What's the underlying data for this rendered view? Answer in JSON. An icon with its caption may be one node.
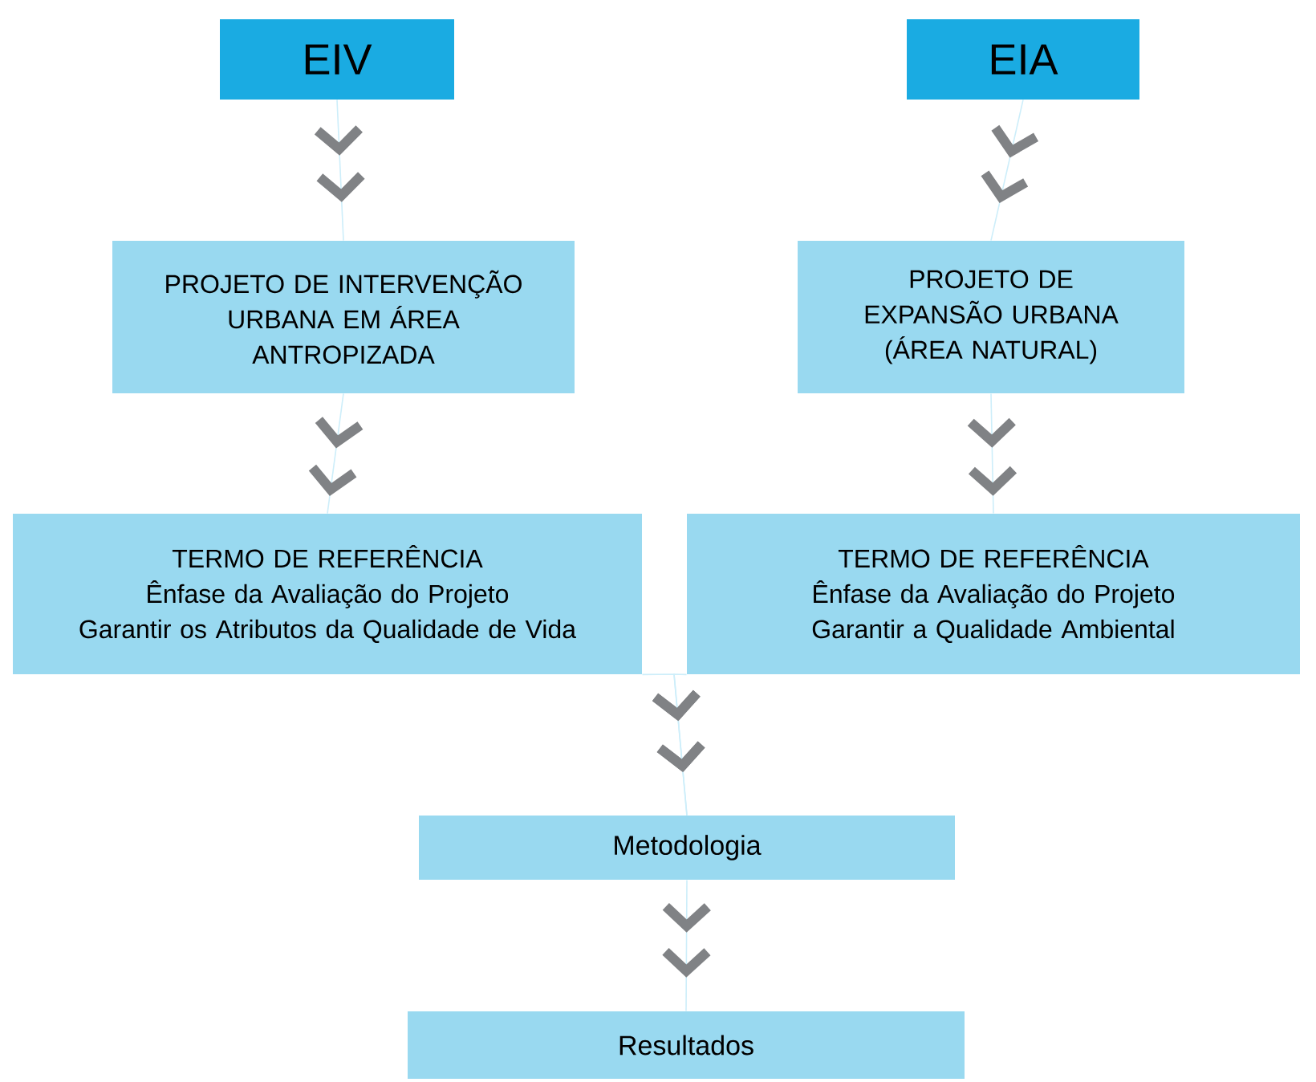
{
  "diagram": {
    "nodes": [
      {
        "text": [
          "EIV"
        ]
      },
      {
        "text": [
          "EIA"
        ]
      },
      {
        "text": [
          "PROJETO DE INTERVENÇÃO URBANA EM ÁREA ANTROPIZADA"
        ]
      },
      {
        "text": [
          "PROJETO DE EXPANSÃO URBANA",
          "(ÁREA NATURAL)"
        ]
      },
      {
        "text": [
          "TERMO DE REFERÊNCIA",
          "Ênfase da Avaliação do Projeto",
          "Garantir os Atributos da Qualidade de Vida"
        ]
      },
      {
        "text": [
          "TERMO DE REFERÊNCIA",
          "Ênfase da Avaliação do Projeto",
          "Garantir a Qualidade Ambiental"
        ]
      },
      {
        "text": [
          "Metodologia"
        ]
      },
      {
        "text": [
          "Resultados"
        ]
      }
    ],
    "edges": [
      {
        "from": 0,
        "to": 2,
        "arrow": "to"
      },
      {
        "from": 1,
        "to": 3,
        "arrow": "to"
      },
      {
        "from": 2,
        "to": 4,
        "arrow": "to"
      },
      {
        "from": 3,
        "to": 5,
        "arrow": "to"
      },
      {
        "from": 4,
        "to": 6,
        "arrow": "to"
      },
      {
        "from": 5,
        "to": 6,
        "arrow": "to"
      },
      {
        "from": 6,
        "to": 7,
        "arrow": "to"
      }
    ]
  }
}
